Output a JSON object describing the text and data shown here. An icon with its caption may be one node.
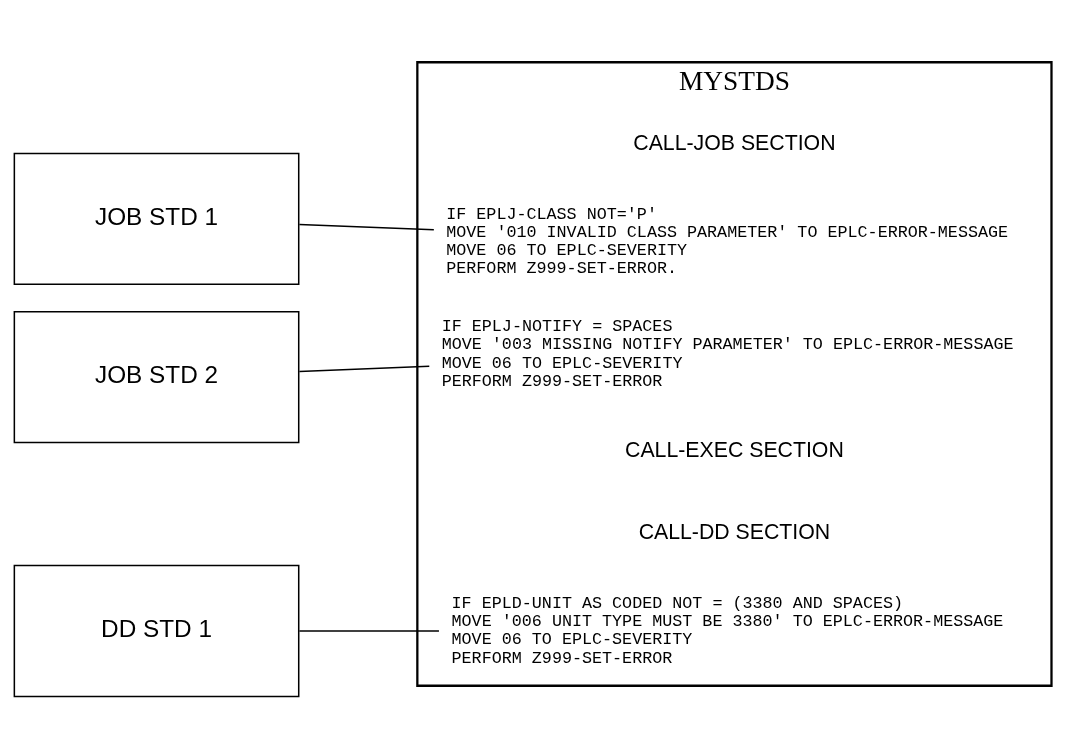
{
  "diagram": {
    "nodes": [
      {
        "text": [
          "JOB STD 1"
        ]
      },
      {
        "text": [
          "JOB STD 2"
        ]
      },
      {
        "text": [
          "DD STD 1"
        ]
      },
      {
        "text": [
          "MYSTDS"
        ]
      },
      {
        "text": [
          "IF EPLJ-CLASS NOT='P'",
          "MOVE '010 INVALID CLASS PARAMETER' TO EPLC-ERROR-MESSAGE",
          "MOVE 06 TO EPLC-SEVERITY",
          "PERFORM Z999-SET-ERROR."
        ],
        "in": 3
      },
      {
        "text": [
          "IF EPLJ-NOTIFY = SPACES",
          "MOVE '003 MISSING NOTIFY PARAMETER' TO EPLC-ERROR-MESSAGE",
          "MOVE 06 TO EPLC-SEVERITY",
          "PERFORM Z999-SET-ERROR"
        ],
        "in": 3
      },
      {
        "text": [
          "IF EPLD-UNIT AS CODED NOT = (3380 AND SPACES)",
          "MOVE '006 UNIT TYPE MUST BE 3380' TO EPLC-ERROR-MESSAGE",
          "MOVE 06 TO EPLC-SEVERITY",
          "PERFORM Z999-SET-ERROR"
        ],
        "in": 3
      }
    ],
    "edges": [
      {
        "from": 0,
        "to": 4,
        "arrow": "none"
      },
      {
        "from": 1,
        "to": 5,
        "arrow": "none"
      },
      {
        "from": 2,
        "to": 6,
        "arrow": "none"
      }
    ],
    "labels": [
      "CALL-JOB SECTION",
      "CALL-EXEC SECTION",
      "CALL-DD SECTION"
    ]
  }
}
